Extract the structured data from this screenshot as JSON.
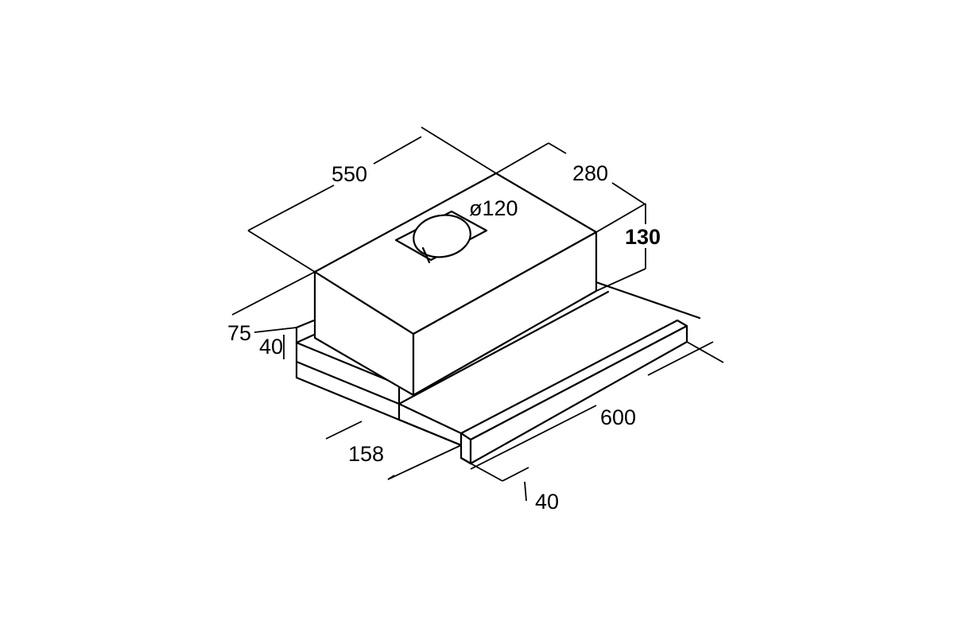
{
  "colors": {
    "line": "#000000",
    "background": "#ffffff"
  },
  "dimensions": {
    "depth_top": "550",
    "width_top": "280",
    "duct_diameter": "ø120",
    "height_body": "130",
    "offset_left": "75",
    "height_front": "40",
    "front_depth": "158",
    "width_bottom": "600",
    "bar_depth": "40"
  }
}
